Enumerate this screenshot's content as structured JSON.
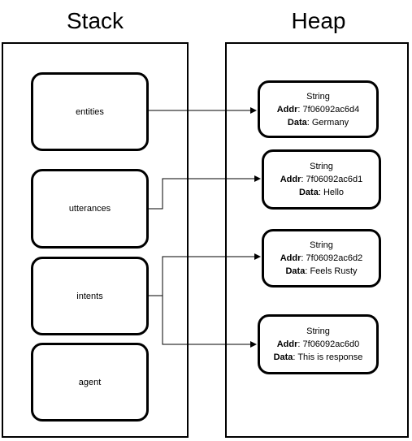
{
  "stack": {
    "title": "Stack",
    "vars": [
      {
        "label": "entities"
      },
      {
        "label": "utterances"
      },
      {
        "label": "intents"
      },
      {
        "label": "agent"
      }
    ]
  },
  "heap": {
    "title": "Heap",
    "strings": [
      {
        "type": "String",
        "addr_label": "Addr",
        "addr": ": 7f06092ac6d4",
        "data_label": "Data",
        "data": ": Germany"
      },
      {
        "type": "String",
        "addr_label": "Addr",
        "addr": ": 7f06092ac6d1",
        "data_label": "Data",
        "data": ": Hello"
      },
      {
        "type": "String",
        "addr_label": "Addr",
        "addr": ": 7f06092ac6d2",
        "data_label": "Data",
        "data": ": Feels Rusty"
      },
      {
        "type": "String",
        "addr_label": "Addr",
        "addr": ": 7f06092ac6d0",
        "data_label": "Data",
        "data": ": This is response"
      }
    ]
  }
}
